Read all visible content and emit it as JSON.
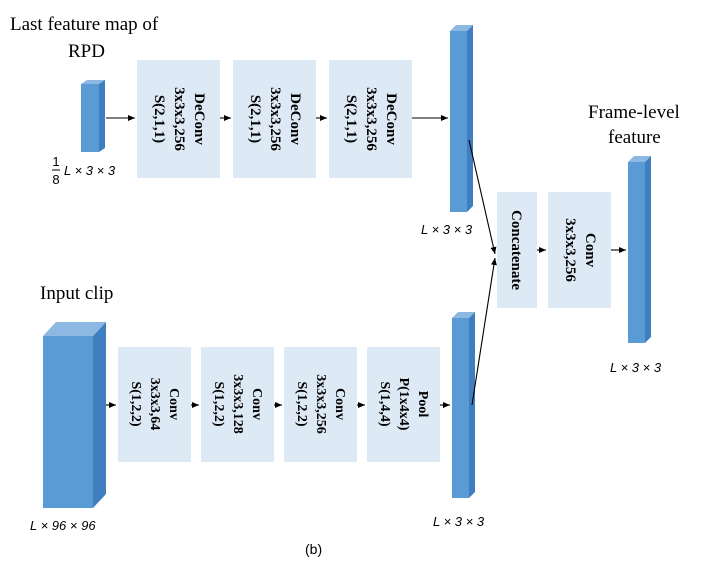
{
  "labels": {
    "top_title_line1": "Last feature map of",
    "top_title_line2": "RPD",
    "input_clip": "Input clip",
    "frame_level_line1": "Frame-level",
    "frame_level_line2": "feature",
    "caption": "(b)"
  },
  "dims": {
    "small_frac_num": "1",
    "small_frac_den": "8",
    "small_rest": "L × 3 × 3",
    "top_output": "L × 3 × 3",
    "input": "L × 96 × 96",
    "bottom_output": "L × 3 × 3",
    "final_output": "L × 3 × 3"
  },
  "deconv_blocks": [
    {
      "line1": "DeConv",
      "line2": "3x3x3,256",
      "line3": "S(2,1,1)"
    },
    {
      "line1": "DeConv",
      "line2": "3x3x3,256",
      "line3": "S(2,1,1)"
    },
    {
      "line1": "DeConv",
      "line2": "3x3x3,256",
      "line3": "S(2,1,1)"
    }
  ],
  "conv_blocks": [
    {
      "line1": "Conv",
      "line2": "3x3x3,64",
      "line3": "S(1,2,2)"
    },
    {
      "line1": "Conv",
      "line2": "3x3x3,128",
      "line3": "S(1,2,2)"
    },
    {
      "line1": "Conv",
      "line2": "3x3x3,256",
      "line3": "S(1,2,2)"
    },
    {
      "line1": "Pool",
      "line2": "P(1x4x4)",
      "line3": "S(1,4,4)"
    }
  ],
  "concat_block": {
    "line1": "Concatenate"
  },
  "final_conv_block": {
    "line1": "Conv",
    "line2": "3x3x3,256"
  },
  "colors": {
    "block_fill": "#dde9f4",
    "bar_front": "#5b9bd5",
    "bar_side": "#3f7fbf",
    "bar_top": "#8db8e2",
    "arrow": "#000000"
  }
}
